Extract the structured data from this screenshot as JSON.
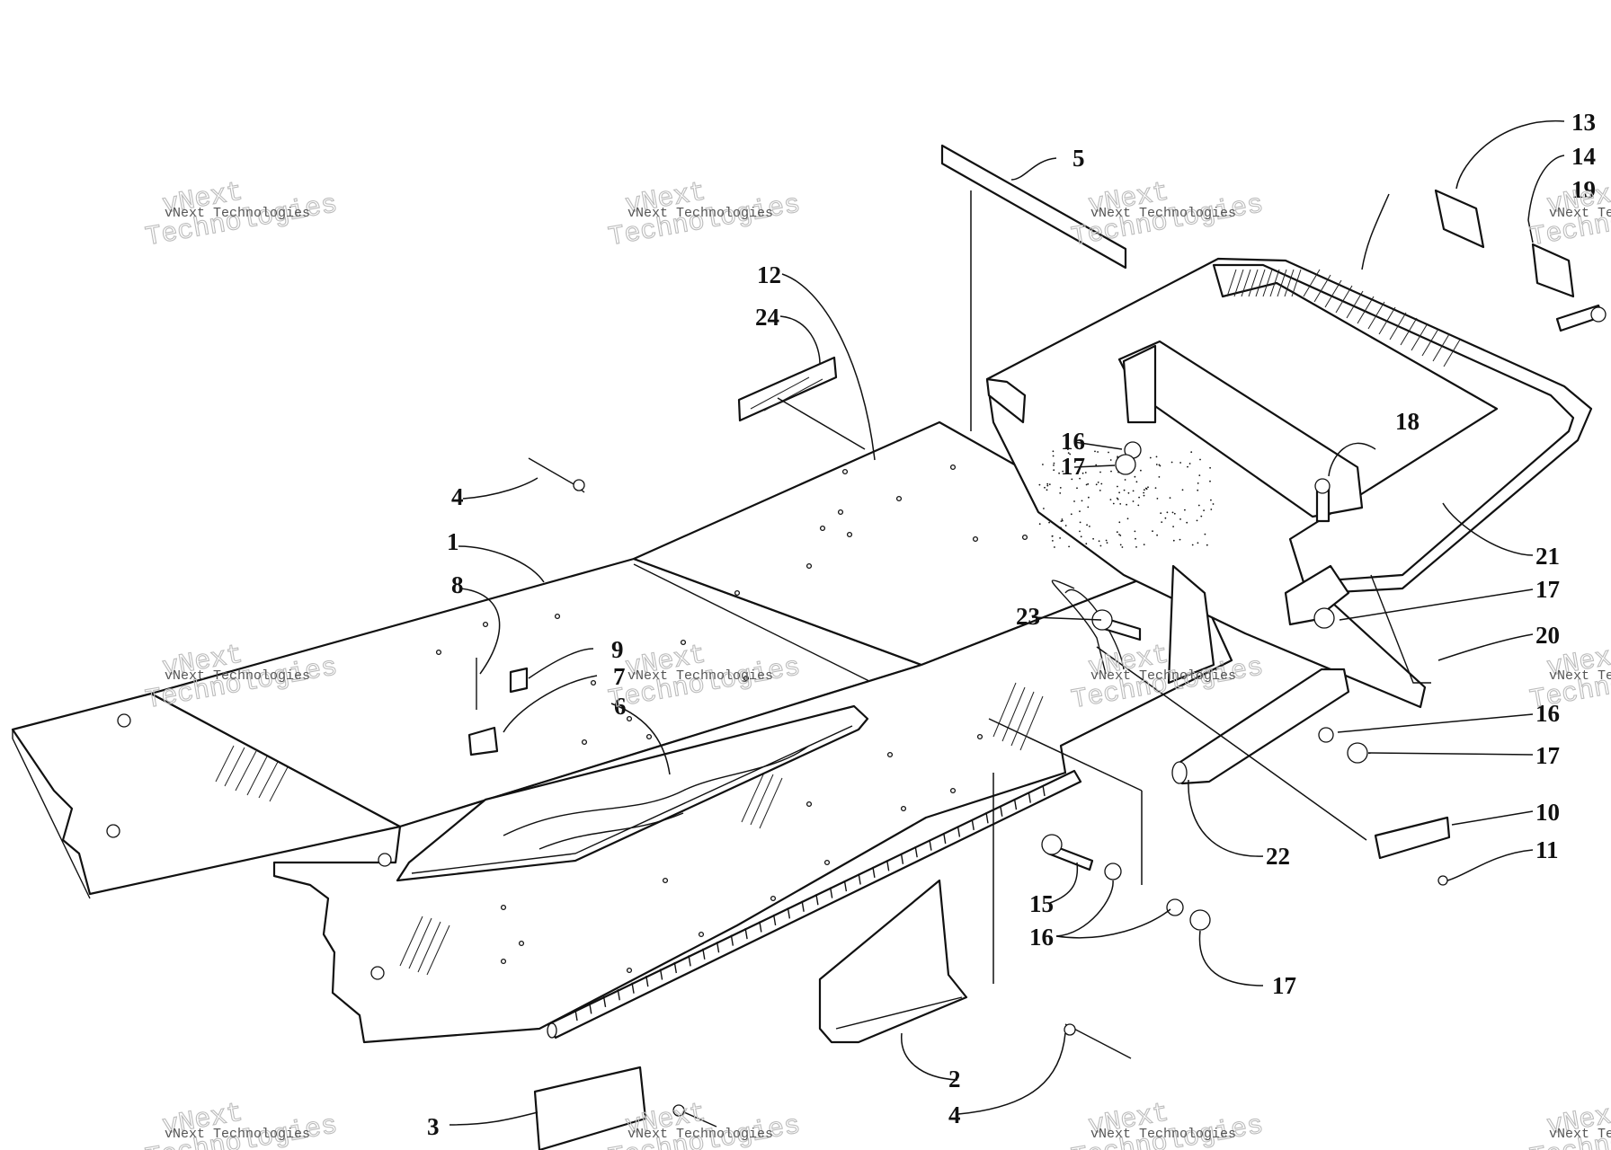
{
  "watermark": {
    "line1": "vNext Technologies",
    "line2": "vNext",
    "line3": "Technologies"
  },
  "callouts": [
    {
      "id": "c1",
      "label": "1"
    },
    {
      "id": "c2",
      "label": "2"
    },
    {
      "id": "c3",
      "label": "3"
    },
    {
      "id": "c4a",
      "label": "4"
    },
    {
      "id": "c4b",
      "label": "4"
    },
    {
      "id": "c5",
      "label": "5"
    },
    {
      "id": "c6",
      "label": "6"
    },
    {
      "id": "c7",
      "label": "7"
    },
    {
      "id": "c8",
      "label": "8"
    },
    {
      "id": "c9",
      "label": "9"
    },
    {
      "id": "c10",
      "label": "10"
    },
    {
      "id": "c11",
      "label": "11"
    },
    {
      "id": "c12",
      "label": "12"
    },
    {
      "id": "c13",
      "label": "13"
    },
    {
      "id": "c14",
      "label": "14"
    },
    {
      "id": "c15",
      "label": "15"
    },
    {
      "id": "c16a",
      "label": "16"
    },
    {
      "id": "c16b",
      "label": "16"
    },
    {
      "id": "c16c",
      "label": "16"
    },
    {
      "id": "c17a",
      "label": "17"
    },
    {
      "id": "c17b",
      "label": "17"
    },
    {
      "id": "c17c",
      "label": "17"
    },
    {
      "id": "c17d",
      "label": "17"
    },
    {
      "id": "c18",
      "label": "18"
    },
    {
      "id": "c19",
      "label": "19"
    },
    {
      "id": "c20",
      "label": "20"
    },
    {
      "id": "c21",
      "label": "21"
    },
    {
      "id": "c22",
      "label": "22"
    },
    {
      "id": "c23",
      "label": "23"
    },
    {
      "id": "c24",
      "label": "24"
    }
  ]
}
